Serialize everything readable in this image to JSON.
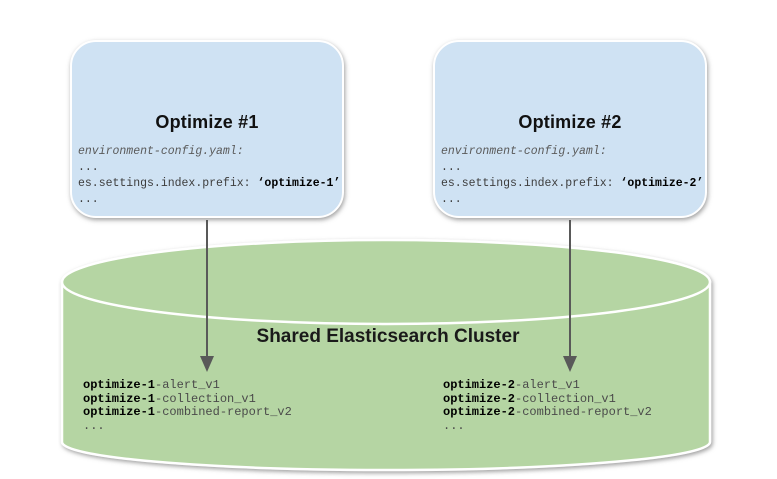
{
  "colors": {
    "canvas_bg": "#ffffff",
    "node_fill": "#cfe2f3",
    "cluster_fill": "#b5d5a3",
    "arrow": "#595959"
  },
  "nodes": [
    {
      "title": "Optimize #1",
      "config_file": "environment-config.yaml:",
      "dots_top": "...",
      "setting_key": "es.settings.index.prefix:",
      "setting_value": "‘optimize-1’",
      "dots_bottom": "..."
    },
    {
      "title": "Optimize #2",
      "config_file": "environment-config.yaml:",
      "dots_top": "...",
      "setting_key": "es.settings.index.prefix:",
      "setting_value": "‘optimize-2’",
      "dots_bottom": "..."
    }
  ],
  "cluster": {
    "title": "Shared Elasticsearch Cluster",
    "index_groups": [
      {
        "lines": [
          {
            "prefix": "optimize-1",
            "suffix": "-alert_v1"
          },
          {
            "prefix": "optimize-1",
            "suffix": "-collection_v1"
          },
          {
            "prefix": "optimize-1",
            "suffix": "-combined-report_v2"
          }
        ],
        "dots": "..."
      },
      {
        "lines": [
          {
            "prefix": "optimize-2",
            "suffix": "-alert_v1"
          },
          {
            "prefix": "optimize-2",
            "suffix": "-collection_v1"
          },
          {
            "prefix": "optimize-2",
            "suffix": "-combined-report_v2"
          }
        ],
        "dots": "..."
      }
    ]
  }
}
